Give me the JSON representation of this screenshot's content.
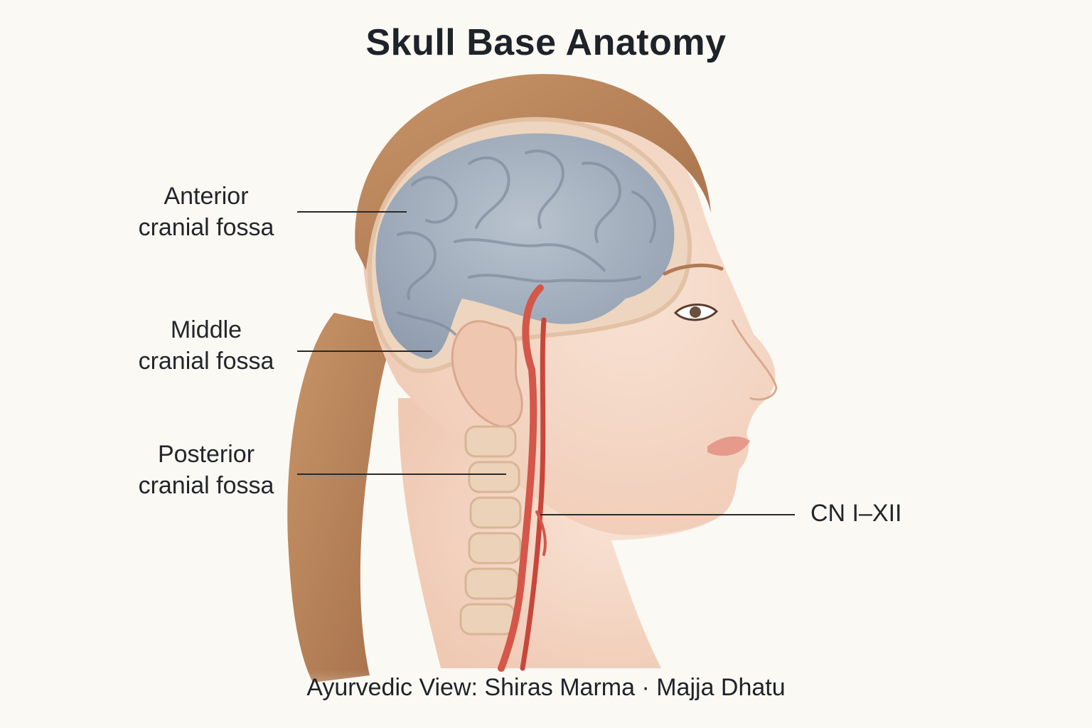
{
  "title": "Skull Base Anatomy",
  "labels": {
    "anterior": {
      "line1": "Anterior",
      "line2": "cranial fossa"
    },
    "middle": {
      "line1": "Middle",
      "line2": "cranial fossa"
    },
    "posterior": {
      "line1": "Posterior",
      "line2": "cranial fossa"
    },
    "cranial_nerves": "CN I–XII"
  },
  "caption": "Ayurvedic View: Shiras Marma · Majja Dhatu",
  "colors": {
    "background": "#fbf9f4",
    "brain": "#a9b4c2",
    "skin": "#f4d6c4",
    "hair": "#b98358",
    "vessel": "#d4574a",
    "leader_line": "#2a2a2a"
  }
}
